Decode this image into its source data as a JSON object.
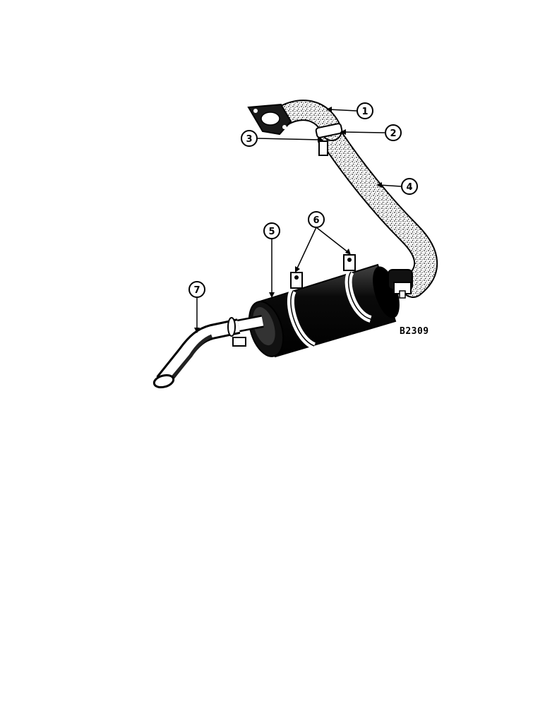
{
  "figure": {
    "code": "B2309"
  },
  "callouts": {
    "c1": "1",
    "c2": "2",
    "c3": "3",
    "c4": "4",
    "c5": "5",
    "c6": "6",
    "c7": "7"
  },
  "colors": {
    "ink": "#000000",
    "paper": "#ffffff",
    "speckle": "#555555"
  }
}
